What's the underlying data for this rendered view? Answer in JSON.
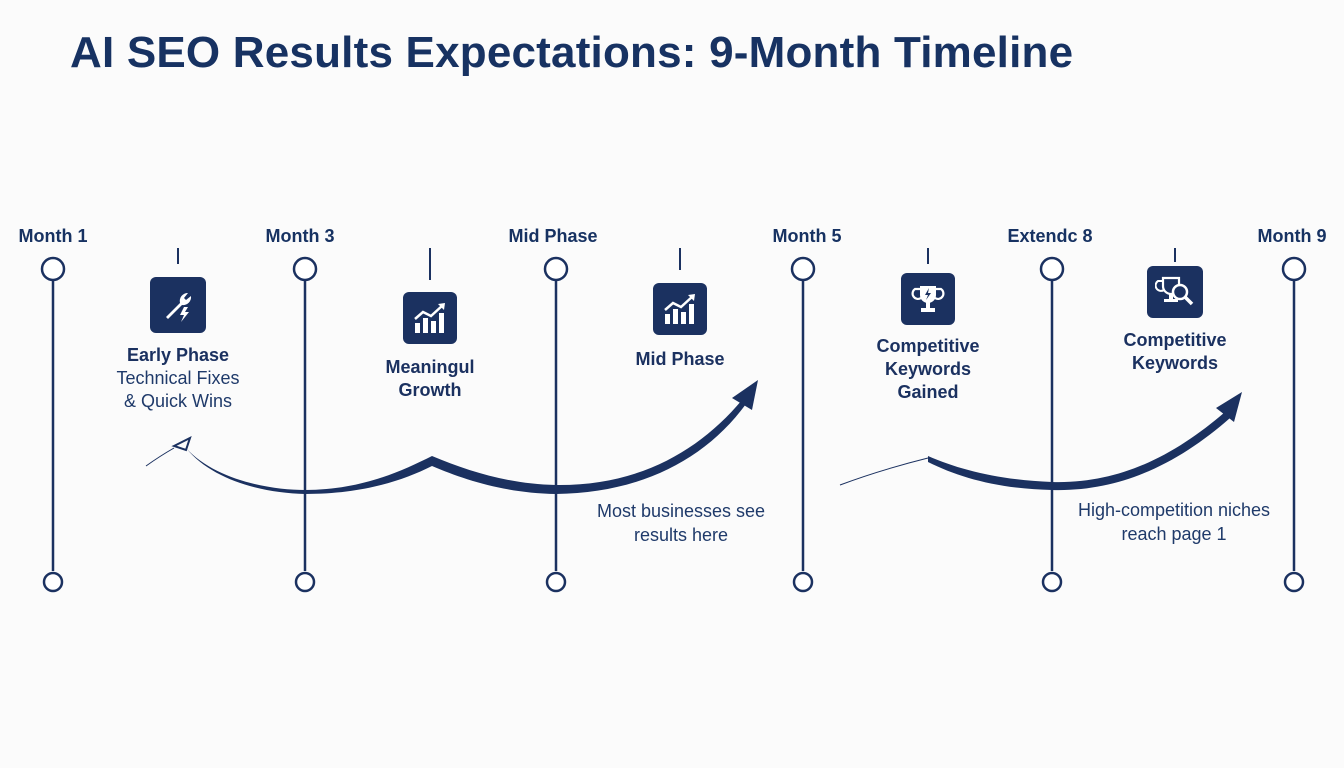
{
  "title": "AI SEO Results Expectations: 9-Month Timeline",
  "milestones": [
    {
      "label": "Month 1"
    },
    {
      "label": "Month 3"
    },
    {
      "label": "Mid Phase"
    },
    {
      "label": "Month 5"
    },
    {
      "label": "Extendc 8"
    },
    {
      "label": "Month 9"
    }
  ],
  "phases": [
    {
      "icon": "wrench-lightning-icon",
      "title": "Early Phase",
      "subtitle": "Technical Fixes\n& Quick Wins"
    },
    {
      "icon": "growth-chart-icon",
      "title": "Meaningul\nGrowth",
      "subtitle": ""
    },
    {
      "icon": "growth-chart-icon",
      "title": "Mid Phase",
      "subtitle": ""
    },
    {
      "icon": "trophy-icon",
      "title": "Competitive\nKeywords\nGained",
      "subtitle": ""
    },
    {
      "icon": "trophy-search-icon",
      "title": "Competitive\nKeywords",
      "subtitle": ""
    }
  ],
  "notes": [
    {
      "text": "Most businesses see\nresults here"
    },
    {
      "text": "High-competition niches\nreach page 1"
    }
  ],
  "colors": {
    "primary": "#1b3160",
    "background": "#fbfbfb"
  }
}
